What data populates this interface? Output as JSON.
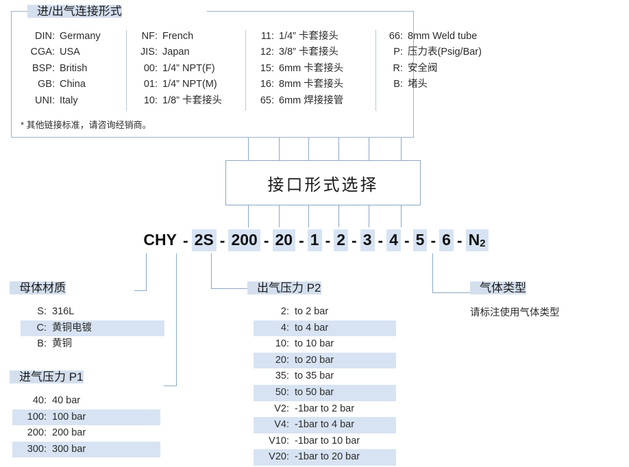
{
  "top_section": {
    "title": "进/出气连接形式",
    "columns": [
      {
        "rows": [
          {
            "key": "DIN:",
            "value": "Germany",
            "highlight": false
          },
          {
            "key": "CGA:",
            "value": "USA",
            "highlight": false
          },
          {
            "key": "BSP:",
            "value": "British",
            "highlight": false
          },
          {
            "key": "GB:",
            "value": "China",
            "highlight": false
          },
          {
            "key": "UNI:",
            "value": "Italy",
            "highlight": false
          }
        ]
      },
      {
        "rows": [
          {
            "key": "NF:",
            "value": "French",
            "highlight": false
          },
          {
            "key": "JIS:",
            "value": "Japan",
            "highlight": false
          },
          {
            "key": "00:",
            "value": "1/4”  NPT(F)",
            "highlight": false
          },
          {
            "key": "01:",
            "value": "1/4”  NPT(M)",
            "highlight": false
          },
          {
            "key": "10:",
            "value": "1/8”  卡套接头",
            "highlight": false
          }
        ]
      },
      {
        "rows": [
          {
            "key": "11:",
            "value": "1/4”  卡套接头",
            "highlight": false
          },
          {
            "key": "12:",
            "value": "3/8”  卡套接头",
            "highlight": false
          },
          {
            "key": "15:",
            "value": "6mm 卡套接头",
            "highlight": false
          },
          {
            "key": "16:",
            "value": "8mm 卡套接头",
            "highlight": false
          },
          {
            "key": "65:",
            "value": "6mm 焊接接管",
            "highlight": false
          }
        ]
      },
      {
        "rows": [
          {
            "key": "66:",
            "value": "8mm Weld tube",
            "highlight": false
          },
          {
            "key": "P:",
            "value": "压力表(Psig/Bar)",
            "highlight": false
          },
          {
            "key": "R:",
            "value": "安全阀",
            "highlight": false
          },
          {
            "key": "B:",
            "value": "堵头",
            "highlight": false
          }
        ]
      }
    ],
    "note": "* 其他链接标准，请咨询经销商。"
  },
  "interface_box": {
    "label": "接口形式选择"
  },
  "model_code": {
    "tokens": [
      {
        "text": "CHY",
        "highlight": false,
        "sub": ""
      },
      {
        "text": "2S",
        "highlight": true,
        "sub": ""
      },
      {
        "text": "200",
        "highlight": true,
        "sub": ""
      },
      {
        "text": "20",
        "highlight": true,
        "sub": ""
      },
      {
        "text": "1",
        "highlight": true,
        "sub": ""
      },
      {
        "text": "2",
        "highlight": true,
        "sub": ""
      },
      {
        "text": "3",
        "highlight": true,
        "sub": ""
      },
      {
        "text": "4",
        "highlight": true,
        "sub": ""
      },
      {
        "text": "5",
        "highlight": true,
        "sub": ""
      },
      {
        "text": "6",
        "highlight": true,
        "sub": ""
      },
      {
        "text": "N",
        "highlight": true,
        "sub": "2"
      }
    ],
    "separator": "-"
  },
  "body_material": {
    "title": "母体材质",
    "rows": [
      {
        "key": "S:",
        "value": "316L",
        "highlight": false
      },
      {
        "key": "C:",
        "value": "黄铜电镀",
        "highlight": true
      },
      {
        "key": "B:",
        "value": "黄铜",
        "highlight": false
      }
    ]
  },
  "inlet_pressure": {
    "title": "进气压力 P1",
    "rows": [
      {
        "key": "40:",
        "value": "40 bar",
        "highlight": false
      },
      {
        "key": "100:",
        "value": "100 bar",
        "highlight": true
      },
      {
        "key": "200:",
        "value": "200 bar",
        "highlight": false
      },
      {
        "key": "300:",
        "value": "300 bar",
        "highlight": true
      }
    ]
  },
  "outlet_pressure": {
    "title": "出气压力 P2",
    "rows": [
      {
        "key": "2:",
        "value": "to 2 bar",
        "highlight": false
      },
      {
        "key": "4:",
        "value": "to 4 bar",
        "highlight": true
      },
      {
        "key": "10:",
        "value": "to 10 bar",
        "highlight": false
      },
      {
        "key": "20:",
        "value": "to 20 bar",
        "highlight": true
      },
      {
        "key": "35:",
        "value": "to 35 bar",
        "highlight": false
      },
      {
        "key": "50:",
        "value": "to 50 bar",
        "highlight": true
      },
      {
        "key": "V2:",
        "value": "-1bar to 2 bar",
        "highlight": false
      },
      {
        "key": "V4:",
        "value": "-1bar to 4 bar",
        "highlight": true
      },
      {
        "key": "V10:",
        "value": "-1bar to 10 bar",
        "highlight": false
      },
      {
        "key": "V20:",
        "value": "-1bar to 20 bar",
        "highlight": true
      }
    ]
  },
  "gas_type": {
    "title": "气体类型",
    "note": "请标注使用气体类型"
  },
  "colors": {
    "band": "#d4dfee",
    "row_highlight": "#d7e3f3",
    "line": "#8ba7c4",
    "box_border": "#9bb0c9",
    "text": "#231f20"
  }
}
